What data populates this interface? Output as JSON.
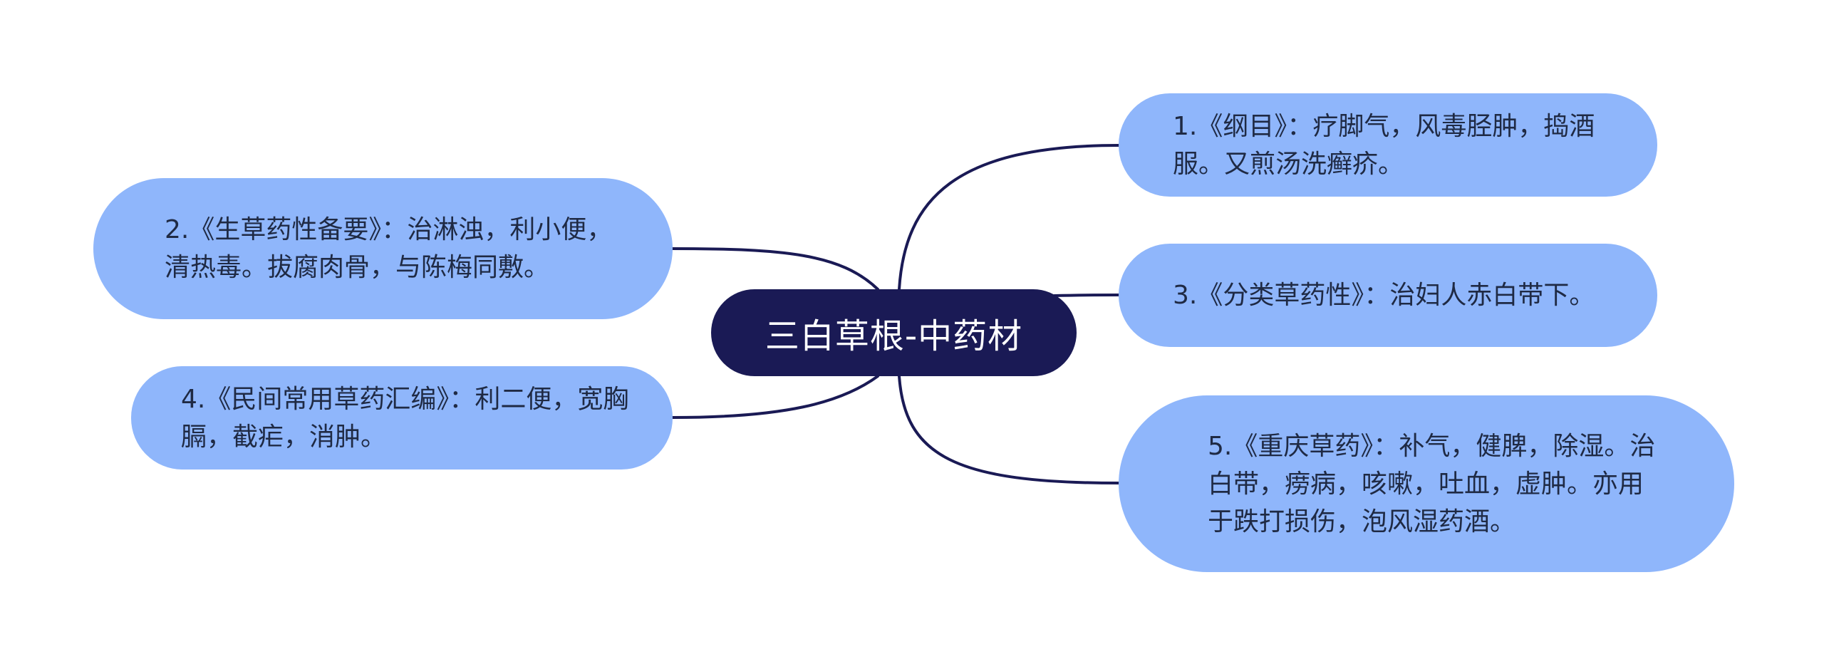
{
  "mindmap": {
    "root": "三白草根-中药材",
    "branches": [
      {
        "id": "n1",
        "text": "1.《纲目》：疗脚气，风毒胫肿，捣酒服。又煎汤洗癣疥。"
      },
      {
        "id": "n2",
        "text": "2.《生草药性备要》：治淋浊，利小便，清热毒。拔腐肉骨，与陈梅同敷。"
      },
      {
        "id": "n3",
        "text": "3.《分类草药性》：治妇人赤白带下。"
      },
      {
        "id": "n4",
        "text": "4.《民间常用草药汇编》：利二便，宽胸膈，截疟，消肿。"
      },
      {
        "id": "n5",
        "text": "5.《重庆草药》：补气，健脾，除湿。治白带，痨病，咳嗽，吐血，虚肿。亦用于跌打损伤，泡风湿药酒。"
      }
    ],
    "colors": {
      "root_fill": "#1a1a55",
      "root_text": "#ffffff",
      "branch_fill": "#8fb6fb",
      "branch_text": "#1f2a44",
      "connector": "#1a1a55"
    }
  }
}
